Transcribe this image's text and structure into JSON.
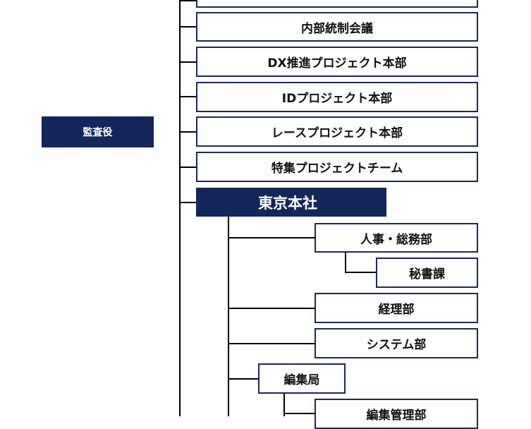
{
  "auditor": {
    "label": "監査役"
  },
  "board_units": [
    {
      "label": ""
    },
    {
      "label": "内部統制会議"
    },
    {
      "label": "DX推進プロジェクト本部"
    },
    {
      "label": "IDプロジェクト本部"
    },
    {
      "label": "レースプロジェクト本部"
    },
    {
      "label": "特集プロジェクトチーム"
    }
  ],
  "head_office": {
    "label": "東京本社",
    "departments": [
      {
        "label": "人事・総務部"
      },
      {
        "label": "秘書課"
      },
      {
        "label": "経理部"
      },
      {
        "label": "システム部"
      },
      {
        "label": "編集局"
      },
      {
        "label": "編集管理部"
      }
    ]
  },
  "colors": {
    "navy": "#13275b",
    "border": "#1a2a54",
    "line": "#000000"
  }
}
